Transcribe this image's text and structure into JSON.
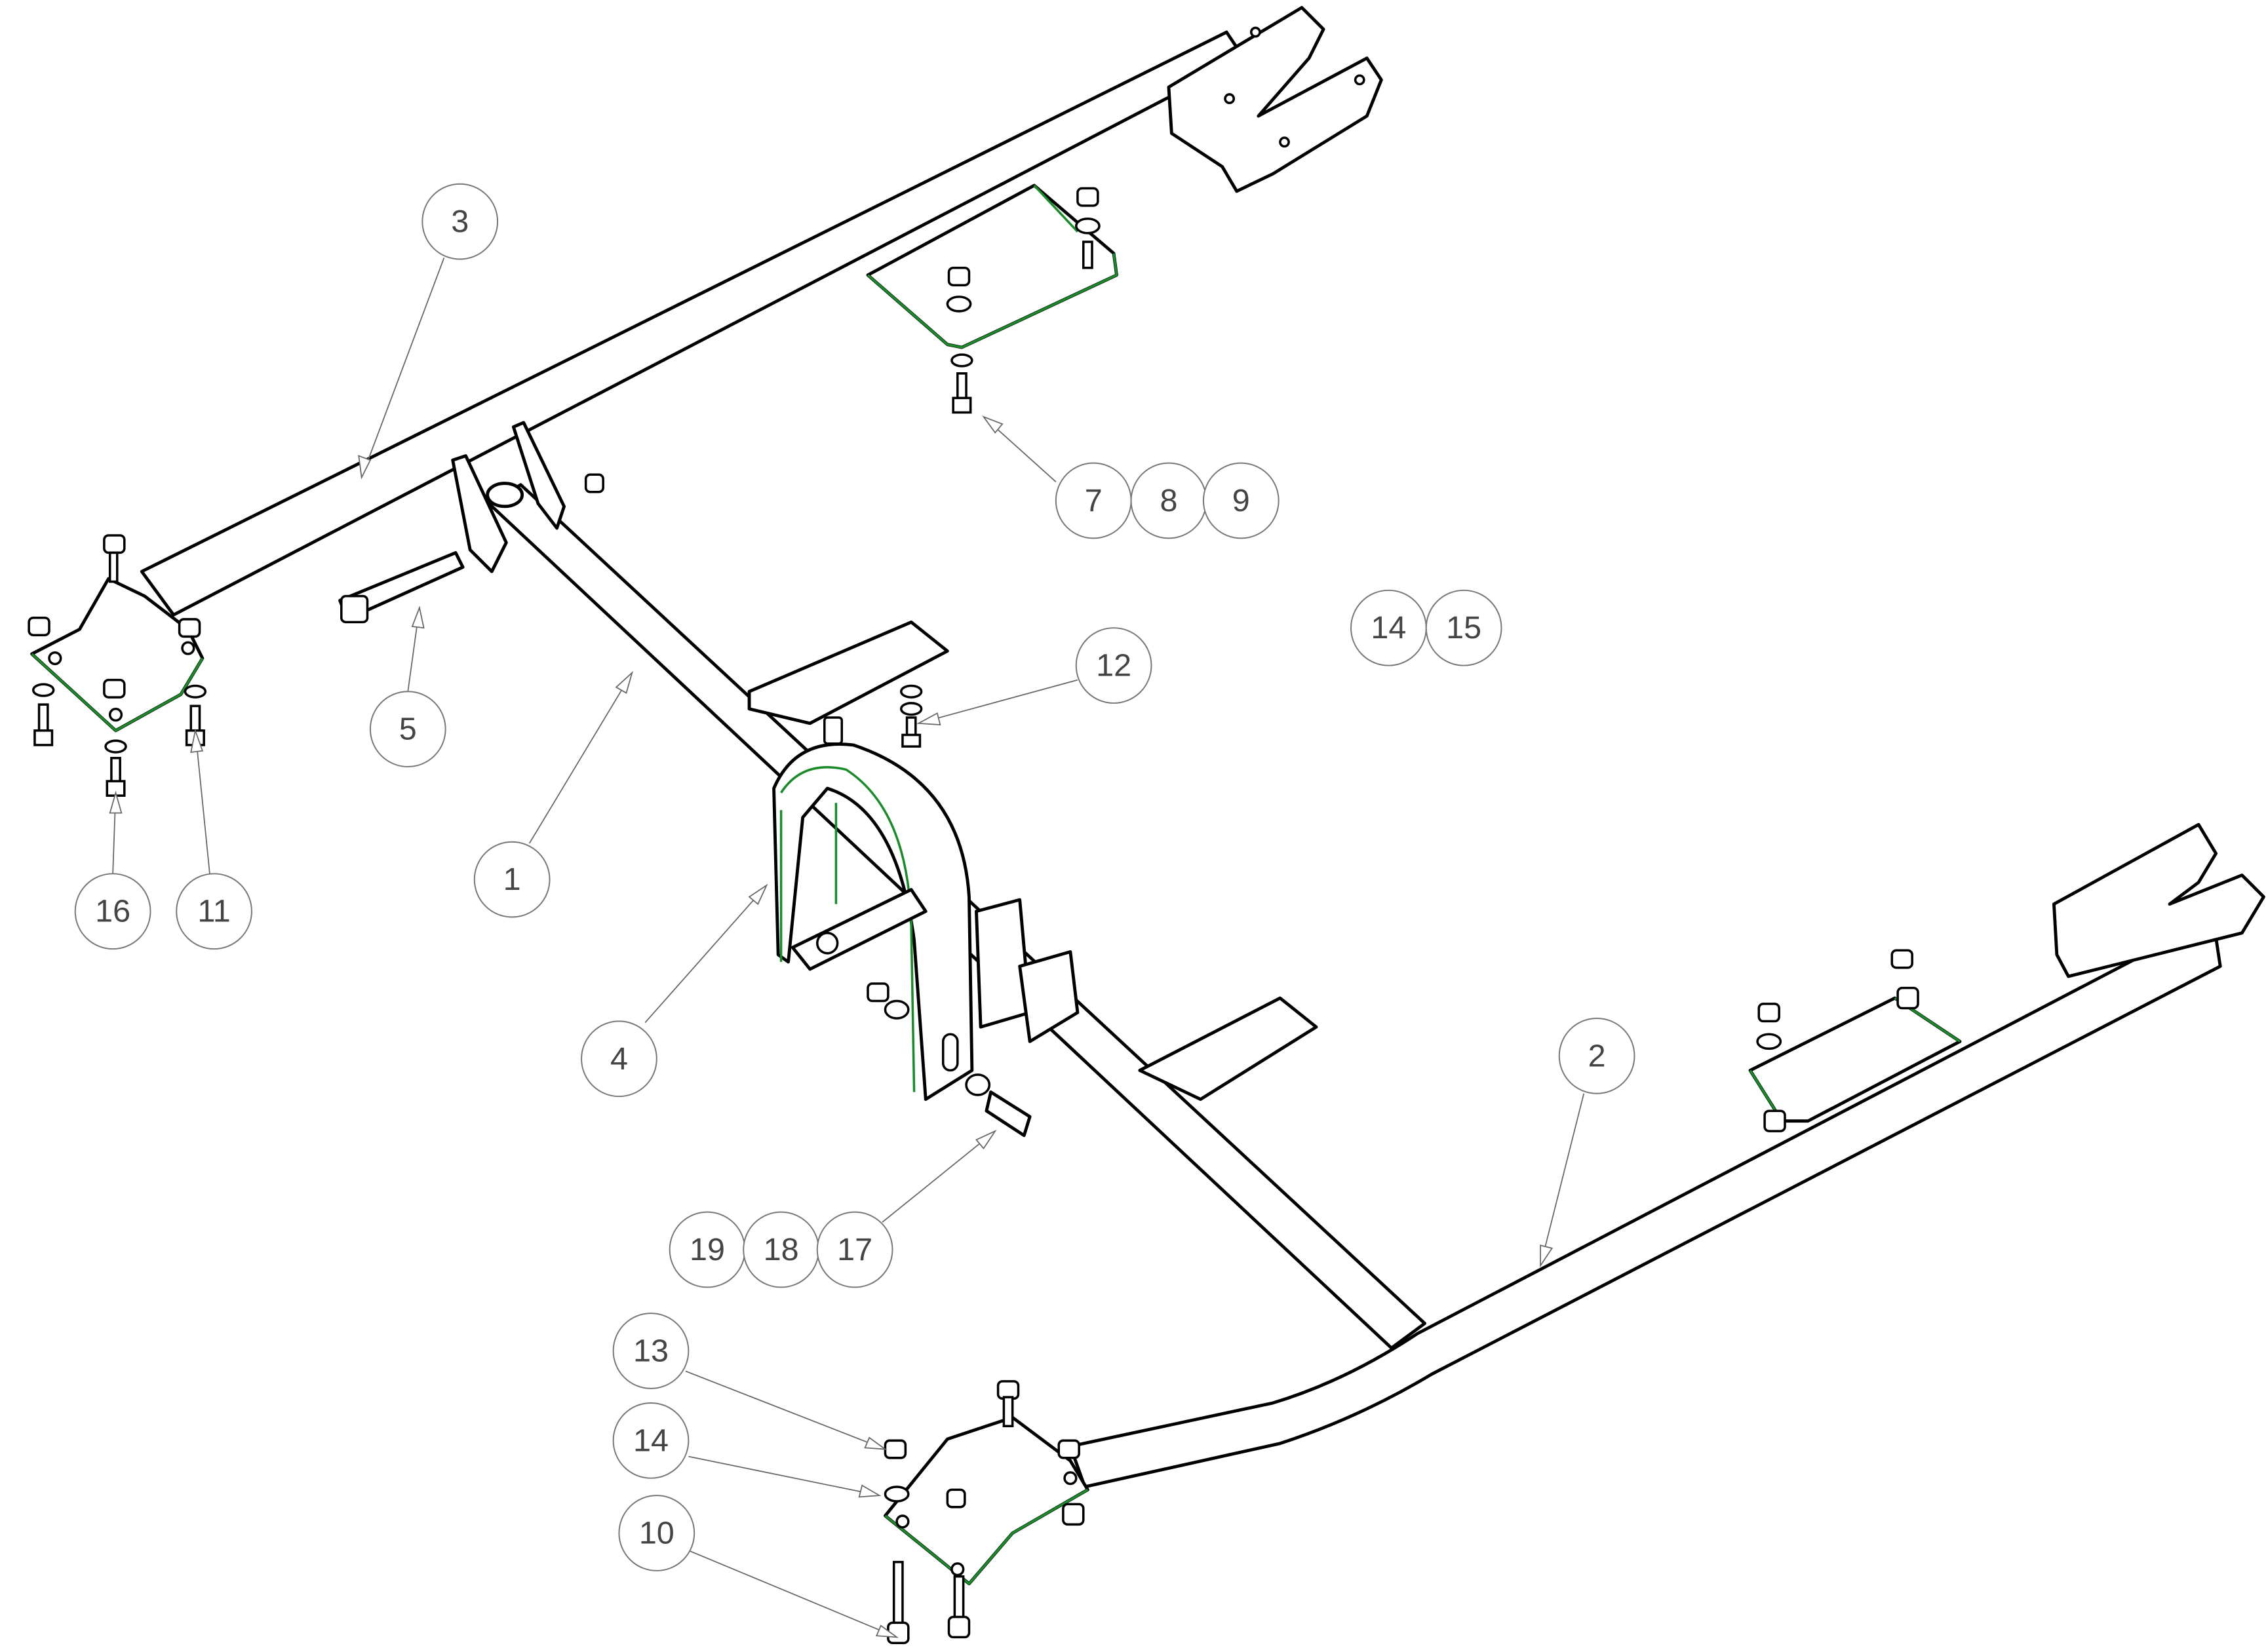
{
  "drawing": {
    "type": "exploded assembly drawing (tow bar frame)",
    "callouts": [
      {
        "label": "3"
      },
      {
        "label": "7"
      },
      {
        "label": "8"
      },
      {
        "label": "9"
      },
      {
        "label": "14"
      },
      {
        "label": "15"
      },
      {
        "label": "12"
      },
      {
        "label": "5"
      },
      {
        "label": "1"
      },
      {
        "label": "16"
      },
      {
        "label": "11"
      },
      {
        "label": "4"
      },
      {
        "label": "2"
      },
      {
        "label": "19"
      },
      {
        "label": "18"
      },
      {
        "label": "17"
      },
      {
        "label": "13"
      },
      {
        "label": "14"
      },
      {
        "label": "10"
      }
    ],
    "colors": {
      "outline": "#000000",
      "highlight": "#1a8a2a",
      "leader": "#666666"
    }
  }
}
